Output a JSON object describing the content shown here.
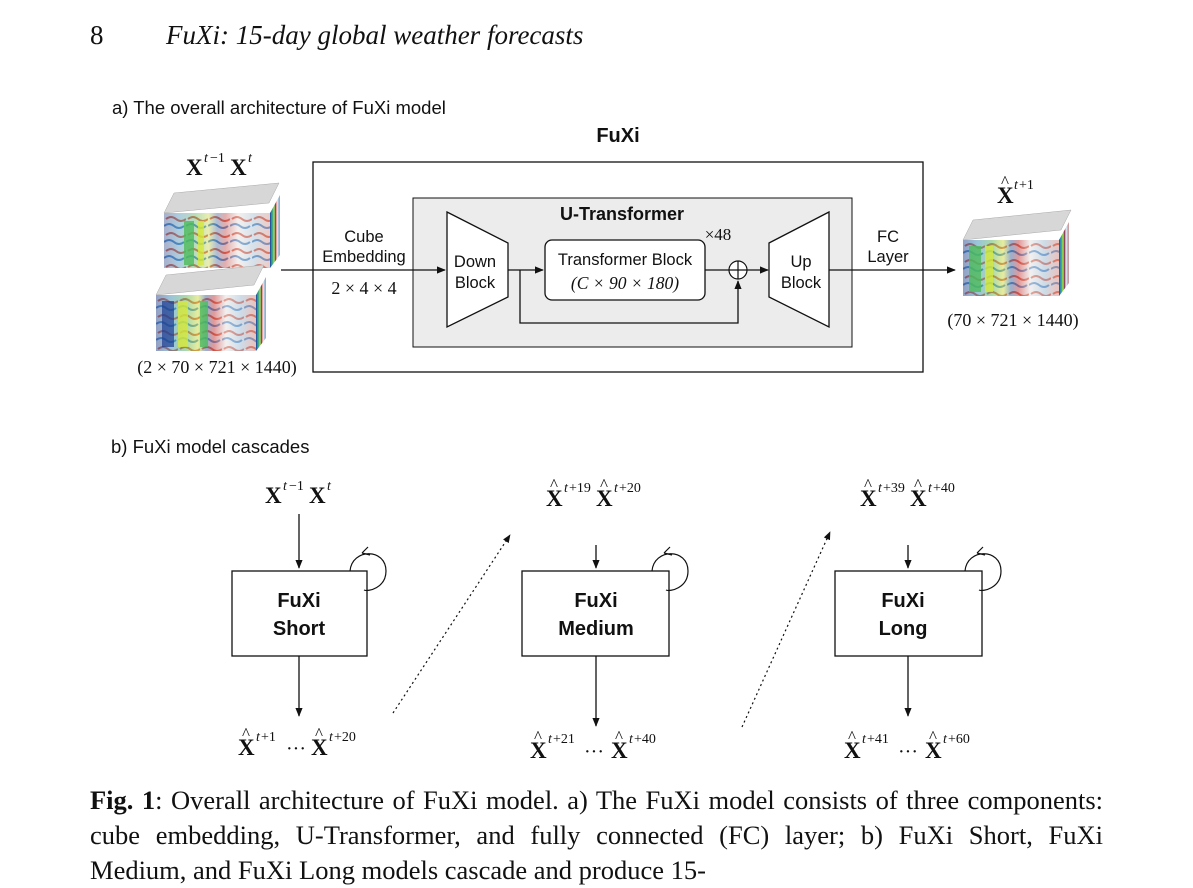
{
  "header": {
    "page_number": "8",
    "running_title": "FuXi: 15-day global weather forecasts"
  },
  "panel_a": {
    "label": "a) The overall architecture of FuXi model",
    "fuxi_title": "FuXi",
    "u_transformer_title": "U-Transformer",
    "input_symbol": "X^{t-1} X^{t}",
    "input_shape": "(2 × 70 × 721 × 1440)",
    "cube_embedding_line1": "Cube",
    "cube_embedding_line2": "Embedding",
    "cube_embedding_size": "2 × 4 × 4",
    "down_block_line1": "Down",
    "down_block_line2": "Block",
    "transformer_block_line1": "Transformer Block",
    "transformer_block_line2": "(C × 90 × 180)",
    "repeat": "×48",
    "up_block_line1": "Up",
    "up_block_line2": "Block",
    "fc_line1": "FC",
    "fc_line2": "Layer",
    "output_symbol": "X̂^{t+1}",
    "output_shape": "(70 × 721 × 1440)"
  },
  "panel_b": {
    "label": "b) FuXi model cascades",
    "stages": [
      {
        "name_line1": "FuXi",
        "name_line2": "Short",
        "input": "X^{t-1} X^{t}",
        "output": "X̂^{t+1} … X̂^{t+20}"
      },
      {
        "name_line1": "FuXi",
        "name_line2": "Medium",
        "input": "X̂^{t+19} X̂^{t+20}",
        "output": "X̂^{t+21} … X̂^{t+40}"
      },
      {
        "name_line1": "FuXi",
        "name_line2": "Long",
        "input": "X̂^{t+39} X̂^{t+40}",
        "output": "X̂^{t+41} … X̂^{t+60}"
      }
    ]
  },
  "caption": {
    "label": "Fig. 1",
    "text": ": Overall architecture of FuXi model. a) The FuXi model consists of three components: cube embedding, U-Transformer, and fully connected (FC) layer; b) FuXi Short, FuXi Medium, and FuXi Long models cascade and produce 15-"
  }
}
